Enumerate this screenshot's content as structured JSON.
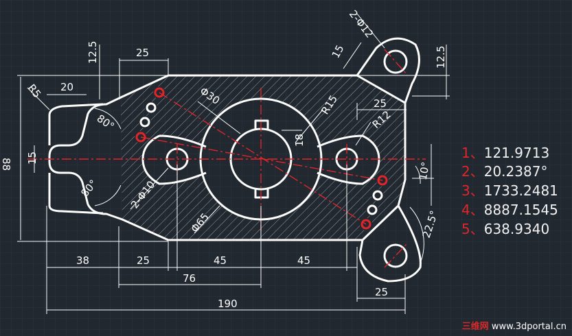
{
  "dimensions": {
    "d12_5_left": "12.5",
    "d25_top": "25",
    "d2phi12": "2-Φ12",
    "d15_top": "15",
    "d12_5_right": "12.5",
    "dR5": "R5",
    "d20": "20",
    "d80_top": "80°",
    "d80_bottom": "80°",
    "d88": "88",
    "d15_left": "15",
    "dphi30": "Φ30",
    "dR15": "R15",
    "dR12": "R12",
    "d25_right": "25",
    "d18": "18",
    "d10deg": "10°",
    "d2phi10": "2-Φ10",
    "dphi65": "Φ65",
    "d22_5": "22.5°",
    "d38": "38",
    "d25_bottom": "25",
    "d45_a": "45",
    "d45_b": "45",
    "d76": "76",
    "d190": "190",
    "d25_br": "25"
  },
  "answers": [
    {
      "num": "1、",
      "val": "121.9713"
    },
    {
      "num": "2、",
      "val": "20.2387°"
    },
    {
      "num": "3、",
      "val": "1733.2481"
    },
    {
      "num": "4、",
      "val": "8887.1545"
    },
    {
      "num": "5、",
      "val": "638.9340"
    }
  ],
  "watermark": {
    "cn": "三维网",
    "url": "www.3dportal.cn"
  },
  "colors": {
    "background": "#212830",
    "grid": "#2b3440",
    "outline": "#ffffff",
    "center": "#e0262b",
    "numbers": "#e0262b"
  }
}
